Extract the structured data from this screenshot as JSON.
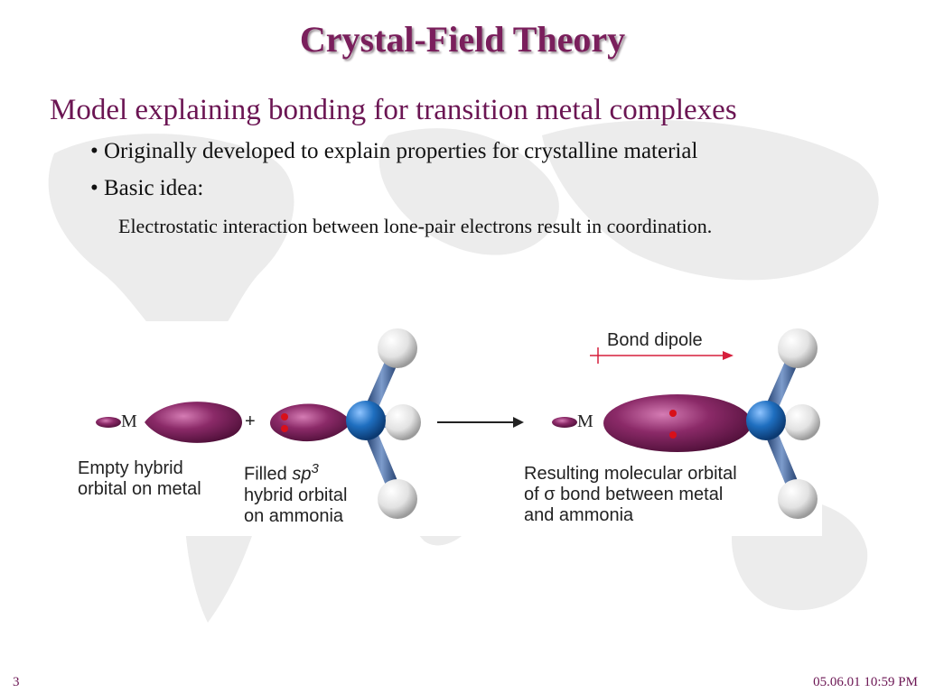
{
  "slide": {
    "title": "Crystal-Field Theory",
    "subtitle": "Model explaining bonding for transition metal complexes",
    "bullets": [
      "•  Originally developed to explain properties for crystalline material",
      "• Basic idea:"
    ],
    "detail": "Electrostatic interaction between lone-pair electrons result in coordination."
  },
  "figure": {
    "metal_symbol_left": "M",
    "metal_symbol_right": "M",
    "plus": "+",
    "label_empty_line1": "Empty hybrid",
    "label_empty_line2": "orbital on metal",
    "label_filled_prefix": "Filled ",
    "label_filled_sp": "sp",
    "label_filled_sup": "3",
    "label_filled_line2": "hybrid orbital",
    "label_filled_line3": "on ammonia",
    "label_result_line1": "Resulting molecular orbital",
    "label_result_line2": "of σ bond between metal",
    "label_result_line3": "and ammonia",
    "bond_dipole": "Bond dipole",
    "colors": {
      "orbital": "#8b2a68",
      "nitrogen": "#1f6fc0",
      "hydrogen": "#e8e8e8",
      "bond": "#3f5f95",
      "dipole_arrow": "#d61f3c",
      "electrons": "#d8101a"
    }
  },
  "footer": {
    "page_number": "3",
    "timestamp": "05.06.01 10:59 PM"
  }
}
